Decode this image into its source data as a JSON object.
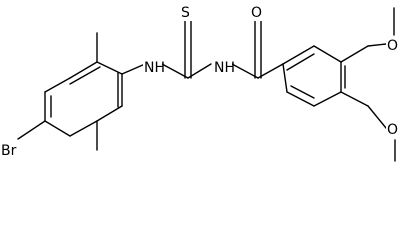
{
  "molecule": {
    "atoms": {
      "br": "Br",
      "nh_left": "NH",
      "nh_right": "NH",
      "s": "S",
      "o_carbonyl": "O",
      "o_meta": "O",
      "o_para": "O"
    }
  }
}
